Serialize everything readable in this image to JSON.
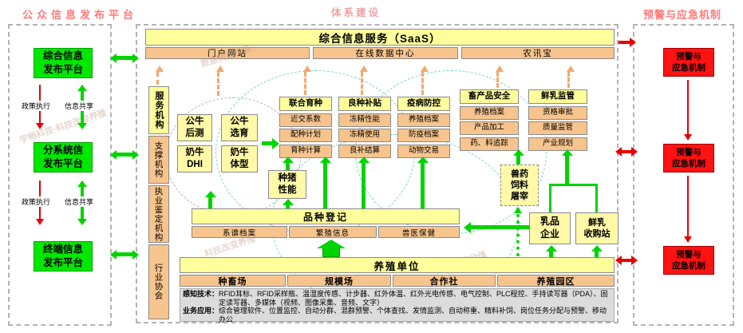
{
  "left_panel": {
    "title": "公众信息发布平台",
    "platform_boxes": [
      "综合信息\n发布平台",
      "分系统信\n发布平台",
      "终端信息\n发布平台"
    ],
    "policy_label": "政策执行",
    "share_label": "信息共享"
  },
  "center_panel": {
    "title": "体系建设",
    "saas_bar": "综合信息服务（SaaS）",
    "channels": [
      "门户网站",
      "在线数据中心",
      "农讯宝"
    ],
    "org_column": [
      "服务机构",
      "支撑机构",
      "执业鉴定机构",
      "行业协会"
    ],
    "breeding_circle": [
      "公牛\n后测",
      "公牛\n选育",
      "奶牛\nDHI",
      "奶牛\n体型"
    ],
    "function_groups": [
      {
        "title": "联合育种",
        "items": [
          "近交系数",
          "配种计划",
          "育种计算"
        ]
      },
      {
        "title": "良种补贴",
        "items": [
          "冻精性能",
          "冻精使用",
          "良补结算"
        ]
      },
      {
        "title": "疫病防控",
        "items": [
          "养殖档案",
          "防疫档案",
          "动物交易"
        ]
      },
      {
        "title": "畜产品安全",
        "items": [
          "养殖档案",
          "产品加工",
          "药、料追踪"
        ]
      },
      {
        "title": "鲜乳监管",
        "items": [
          "资格审批",
          "质量监管",
          "产业规划"
        ]
      }
    ],
    "pig_performance_box": "种猪\n性能",
    "vet_feed_box": "兽药\n饲料\n屠宰",
    "registry": {
      "title": "品种登记",
      "cells": [
        "系谱档案",
        "繁殖信息",
        "兽医保健"
      ]
    },
    "dairy_company_box": "乳品\n企业",
    "milk_station_box": "鲜乳\n收购站",
    "farm_block": {
      "title": "养殖单位",
      "cells": [
        "种畜场",
        "规模场",
        "合作社",
        "养殖园区"
      ],
      "tech_label": "感知技术：",
      "tech_text": "RFID耳标、RFID采样瓶、温湿度传感、计步器、红外体温、红外光电传感、电气控制、PLC程控、手持读写器（PDA）、固定读写器、多媒体（视频、图像采集、音频、文字）",
      "app_label": "业务应用：",
      "app_text": "综合管理软件、位置监控、自动分群、混群预警、个体查找、发情监测、自动称重、精料补饲、岗位任务分配与预警、移动办公"
    }
  },
  "right_panel": {
    "title": "预警与应急机制",
    "boxes": [
      "预警与\n应急机制",
      "预警与\n应急机制",
      "预警与\n应急机制"
    ]
  },
  "watermarks": [
    "宇畅科技·科技改变养殖",
    "数据创造价值",
    "科技改变养殖",
    "数据创造价值"
  ],
  "colors": {
    "yellow_bar": "#FFFF9C",
    "orange_cell": "#F7C48D",
    "green_box": "#00E800",
    "red_box": "#FF1212",
    "green_arrow": "#00D400",
    "orange_arrow": "#F2A96E",
    "red_arrow": "#E80000",
    "panel_title": "#FF7A7A"
  }
}
